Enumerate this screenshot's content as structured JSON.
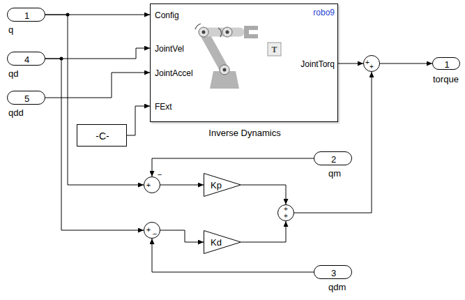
{
  "diagram": {
    "nodes": [
      {
        "text": [
          "1",
          "q"
        ]
      },
      {
        "text": [
          "4",
          "qd"
        ]
      },
      {
        "text": [
          "5",
          "qdd"
        ]
      },
      {
        "text": [
          "robo9",
          "Config",
          "JointVel",
          "JointAccel",
          "FExt",
          "JointTorq",
          "Inverse Dynamics"
        ]
      },
      {
        "text": [
          "-C-"
        ]
      },
      {
        "text": [
          "+",
          "+"
        ]
      },
      {
        "text": [
          "1",
          "torque"
        ]
      },
      {
        "text": [
          "+",
          "−"
        ]
      },
      {
        "text": [
          "Kp"
        ]
      },
      {
        "text": [
          "2",
          "qm"
        ]
      },
      {
        "text": [
          "+",
          "+"
        ]
      },
      {
        "text": [
          "+",
          "−"
        ]
      },
      {
        "text": [
          "Kd"
        ]
      },
      {
        "text": [
          "3",
          "qdm"
        ]
      }
    ],
    "edges": [
      {
        "from": 0,
        "to": 3,
        "arrow": "to"
      },
      {
        "from": 0,
        "to": 7,
        "arrow": "to"
      },
      {
        "from": 1,
        "to": 3,
        "arrow": "to"
      },
      {
        "from": 1,
        "to": 11,
        "arrow": "to"
      },
      {
        "from": 2,
        "to": 3,
        "arrow": "to"
      },
      {
        "from": 4,
        "to": 3,
        "arrow": "to"
      },
      {
        "from": 3,
        "to": 5,
        "arrow": "to"
      },
      {
        "from": 5,
        "to": 6,
        "arrow": "to"
      },
      {
        "from": 9,
        "to": 7,
        "arrow": "to"
      },
      {
        "from": 7,
        "to": 8,
        "arrow": "to"
      },
      {
        "from": 8,
        "to": 10,
        "arrow": "to"
      },
      {
        "from": 11,
        "to": 12,
        "arrow": "to"
      },
      {
        "from": 12,
        "to": 10,
        "arrow": "to"
      },
      {
        "from": 13,
        "to": 11,
        "arrow": "to"
      },
      {
        "from": 10,
        "to": 5,
        "arrow": "to"
      }
    ],
    "labels": [
      "T"
    ]
  }
}
